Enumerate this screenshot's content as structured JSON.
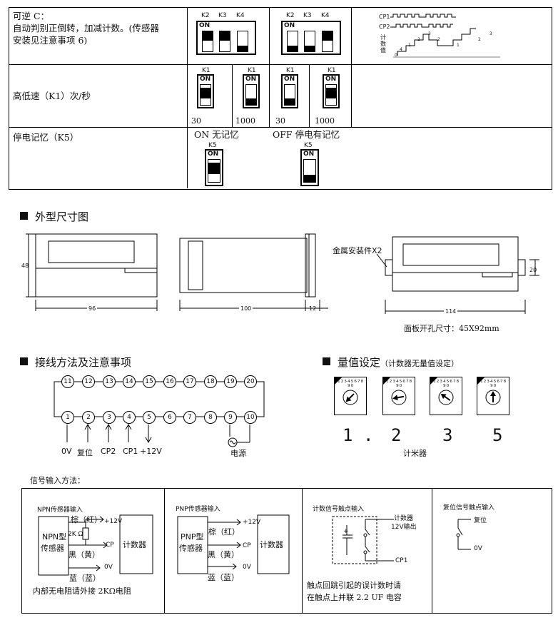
{
  "mode_table": {
    "row1": {
      "text_a": "可逆 C：",
      "text_b": "自动判别正倒转，加减计数。(传感器",
      "text_c": "安装见注意事项 6)"
    },
    "row2": {
      "label": "高低速（K1）次/秒"
    },
    "row3": {
      "label": "停电记忆（K5）",
      "on_text": "ON  无记忆",
      "off_text": "OFF  停电有记忆"
    },
    "switches": {
      "k2": "K2",
      "k3": "K3",
      "k4": "K4",
      "k1": "K1",
      "k5": "K5",
      "on": "ON"
    },
    "speeds": [
      "30",
      "1000",
      "30",
      "1000"
    ],
    "timing": {
      "cp1": "CP1",
      "cp2": "CP2",
      "count": "计",
      "count2": "数",
      "count3": "值",
      "levels": [
        "0",
        "4",
        "1",
        "2",
        "3",
        "2",
        "1",
        "2",
        "3"
      ]
    }
  },
  "outline": {
    "title": "外型尺寸图",
    "dim_48": "48",
    "dim_96": "96",
    "dim_100": "100",
    "dim_12": "12",
    "dim_114": "114",
    "dim_20": "20",
    "mount": "金属安装件X2",
    "cutout": "面板开孔尺寸：45X92mm"
  },
  "wiring": {
    "title": "接线方法及注意事项",
    "top_terminals": [
      "11",
      "12",
      "13",
      "14",
      "15",
      "16",
      "17",
      "18",
      "19",
      "20"
    ],
    "bottom_terminals": [
      "1",
      "2",
      "3",
      "4",
      "5",
      "6",
      "7",
      "8",
      "9",
      "10"
    ],
    "labels": [
      "0V",
      "复位",
      "CP2",
      "CP1",
      "+12V"
    ],
    "power": "电源"
  },
  "preset": {
    "title": "量值设定",
    "subtitle": "（计数器无量值设定）",
    "dial_digits": "1 2 3 4 5 6 7 8 9 0",
    "values": [
      "1",
      ".",
      "2",
      "3",
      "5"
    ],
    "unit": "计米器"
  },
  "signal": {
    "title": "信号输入方法：",
    "npn": {
      "title": "NPN传感器输入",
      "brown": "棕（红）",
      "v12": "+12V",
      "res": "2K Ω",
      "sensor_a": "NPN型",
      "sensor_b": "传感器",
      "black": "黑（黄）",
      "cp": "CP",
      "blue": "蓝（蓝）",
      "zero": "0V",
      "counter": "计数器",
      "note": "内部无电阻请外接 2KΩ电阻"
    },
    "pnp": {
      "title": "PNP传感器输入",
      "brown": "棕（红）",
      "v12": "+12V",
      "sensor_a": "PNP型",
      "sensor_b": "传感器",
      "black": "黑（黄）",
      "cp": "CP",
      "blue": "蓝（蓝）",
      "zero": "0V",
      "counter": "计数器"
    },
    "contact": {
      "title": "计数信号触点输入",
      "counter": "计数器",
      "out": "12V输出",
      "cp1": "CP1",
      "note_a": "触点回跳引起的误计数时请",
      "note_b": "在触点上并联 2.2 UF 电容"
    },
    "reset": {
      "title": "复位信号触点输入",
      "reset": "复位",
      "zero": "0V"
    }
  }
}
